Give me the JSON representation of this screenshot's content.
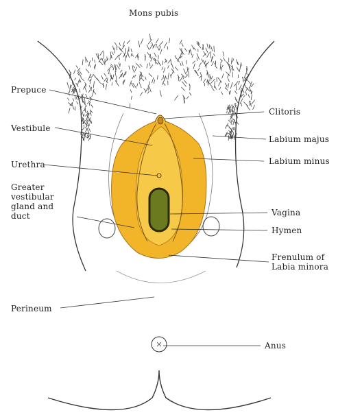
{
  "diagram": {
    "labels": {
      "mons_pubis": "Mons pubis",
      "prepuce": "Prepuce",
      "vestibule": "Vestibule",
      "urethra": "Urethra",
      "greater_vestibular": "Greater\nvestibular\ngland and\nduct",
      "perineum": "Perineum",
      "clitoris": "Clitoris",
      "labium_majus": "Labium majus",
      "labium_minus": "Labium minus",
      "vagina": "Vagina",
      "hymen": "Hymen",
      "frenulum": "Frenulum of\nLabia minora",
      "anus": "Anus"
    },
    "colors": {
      "labia_outer": "#f2b52a",
      "labia_inner": "#f7c948",
      "vagina_fill": "#6b7a1e",
      "vagina_ring": "#2a2a10",
      "line": "#333333",
      "hair": "#444444"
    }
  }
}
